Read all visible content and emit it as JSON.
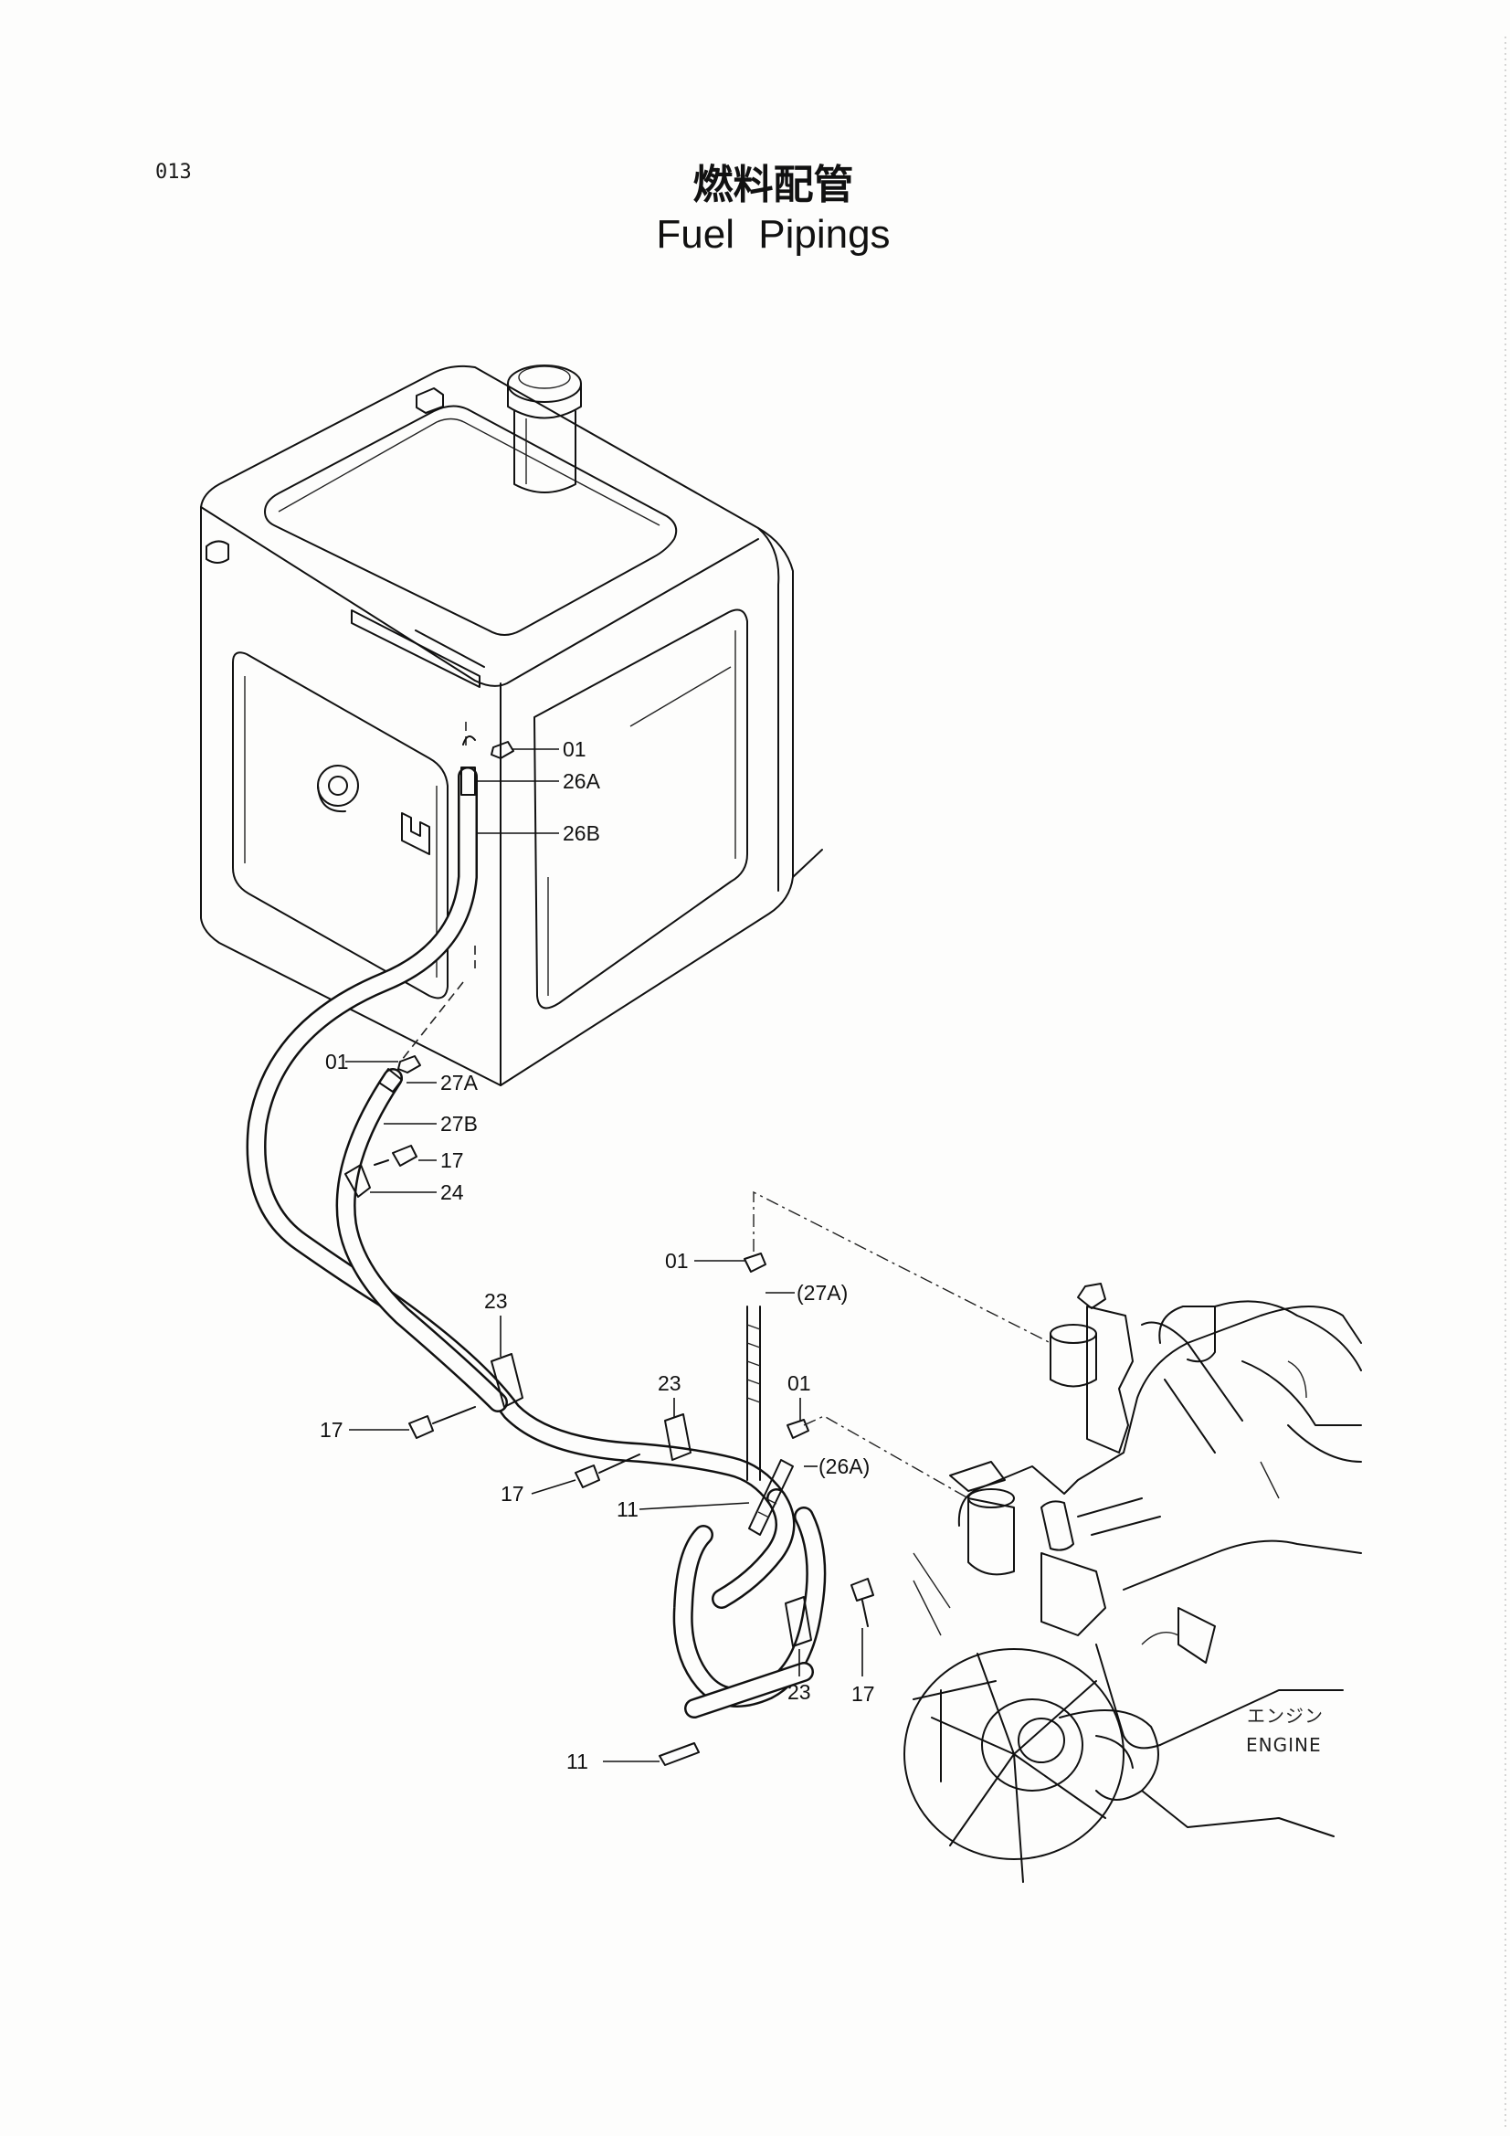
{
  "page_code": "013",
  "title_jp": "燃料配管",
  "title_en": "Fuel Pipings",
  "engine_label_jp": "エンジン",
  "engine_label_en": "ENGINE",
  "callouts": {
    "c01_tank_top": "01",
    "c26a": "26A",
    "c26b": "26B",
    "c01_tank_bottom": "01",
    "c27a": "27A",
    "c27b": "27B",
    "c17_upper": "17",
    "c24": "24",
    "c01_filter": "01",
    "c27a_ref": "(27A)",
    "c23_left": "23",
    "c23_mid": "23",
    "c01_pump": "01",
    "c17_left": "17",
    "c26a_ref": "(26A)",
    "c17_mid": "17",
    "c11_upper": "11",
    "c11_lower": "11",
    "c23_lower": "23",
    "c17_lower": "17"
  }
}
